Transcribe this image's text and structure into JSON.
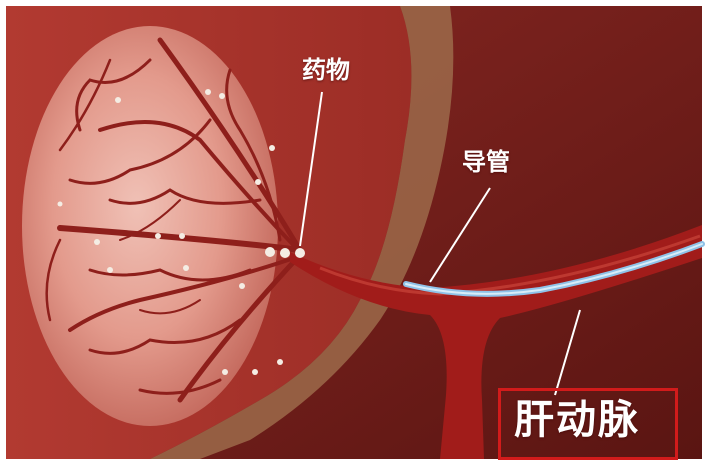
{
  "labels": {
    "drug": "药物",
    "catheter": "导管",
    "hepatic_artery": "肝动脉"
  },
  "colors": {
    "background_dark": "#6e1a17",
    "tissue_red": "#a8322b",
    "tumor": "#e8a69a",
    "vessel": "#a11c1a",
    "catheter_blue": "#8fc2e8",
    "highlight_box": "#d21b1b"
  },
  "illustration": {
    "subject": "tumor-with-vessels",
    "drug_particles": "white-dots"
  }
}
